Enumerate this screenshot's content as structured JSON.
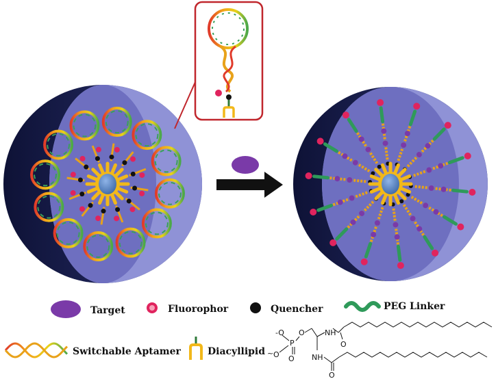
{
  "legend": {
    "target": "Target",
    "fluorophor": "Fluorophor",
    "quencher": "Quencher",
    "peg_linker": "PEG Linker",
    "switchable_aptamer": "Switchable Aptamer",
    "diacyllipid": "Diacyllipid"
  },
  "chem": {
    "o_minus_top": "-O",
    "o_minus_left": "O",
    "p": "P",
    "o_ester": "O",
    "o_double": "O",
    "nh_top": "NH",
    "nh_bottom": "NH",
    "o_amide_top": "O",
    "o_amide_bottom": "O"
  },
  "colors": {
    "dark_shell": "#1c2254",
    "left_face": "#6e6fc0",
    "right_face": "#8f92d6",
    "core": "#5a86c8",
    "lipid": "#f2b81a",
    "quencher": "#111111",
    "fluorophor": "#e0245e",
    "target": "#7a3aa8",
    "peg": "#2f9a5a",
    "inset_border": "#c0262c"
  }
}
